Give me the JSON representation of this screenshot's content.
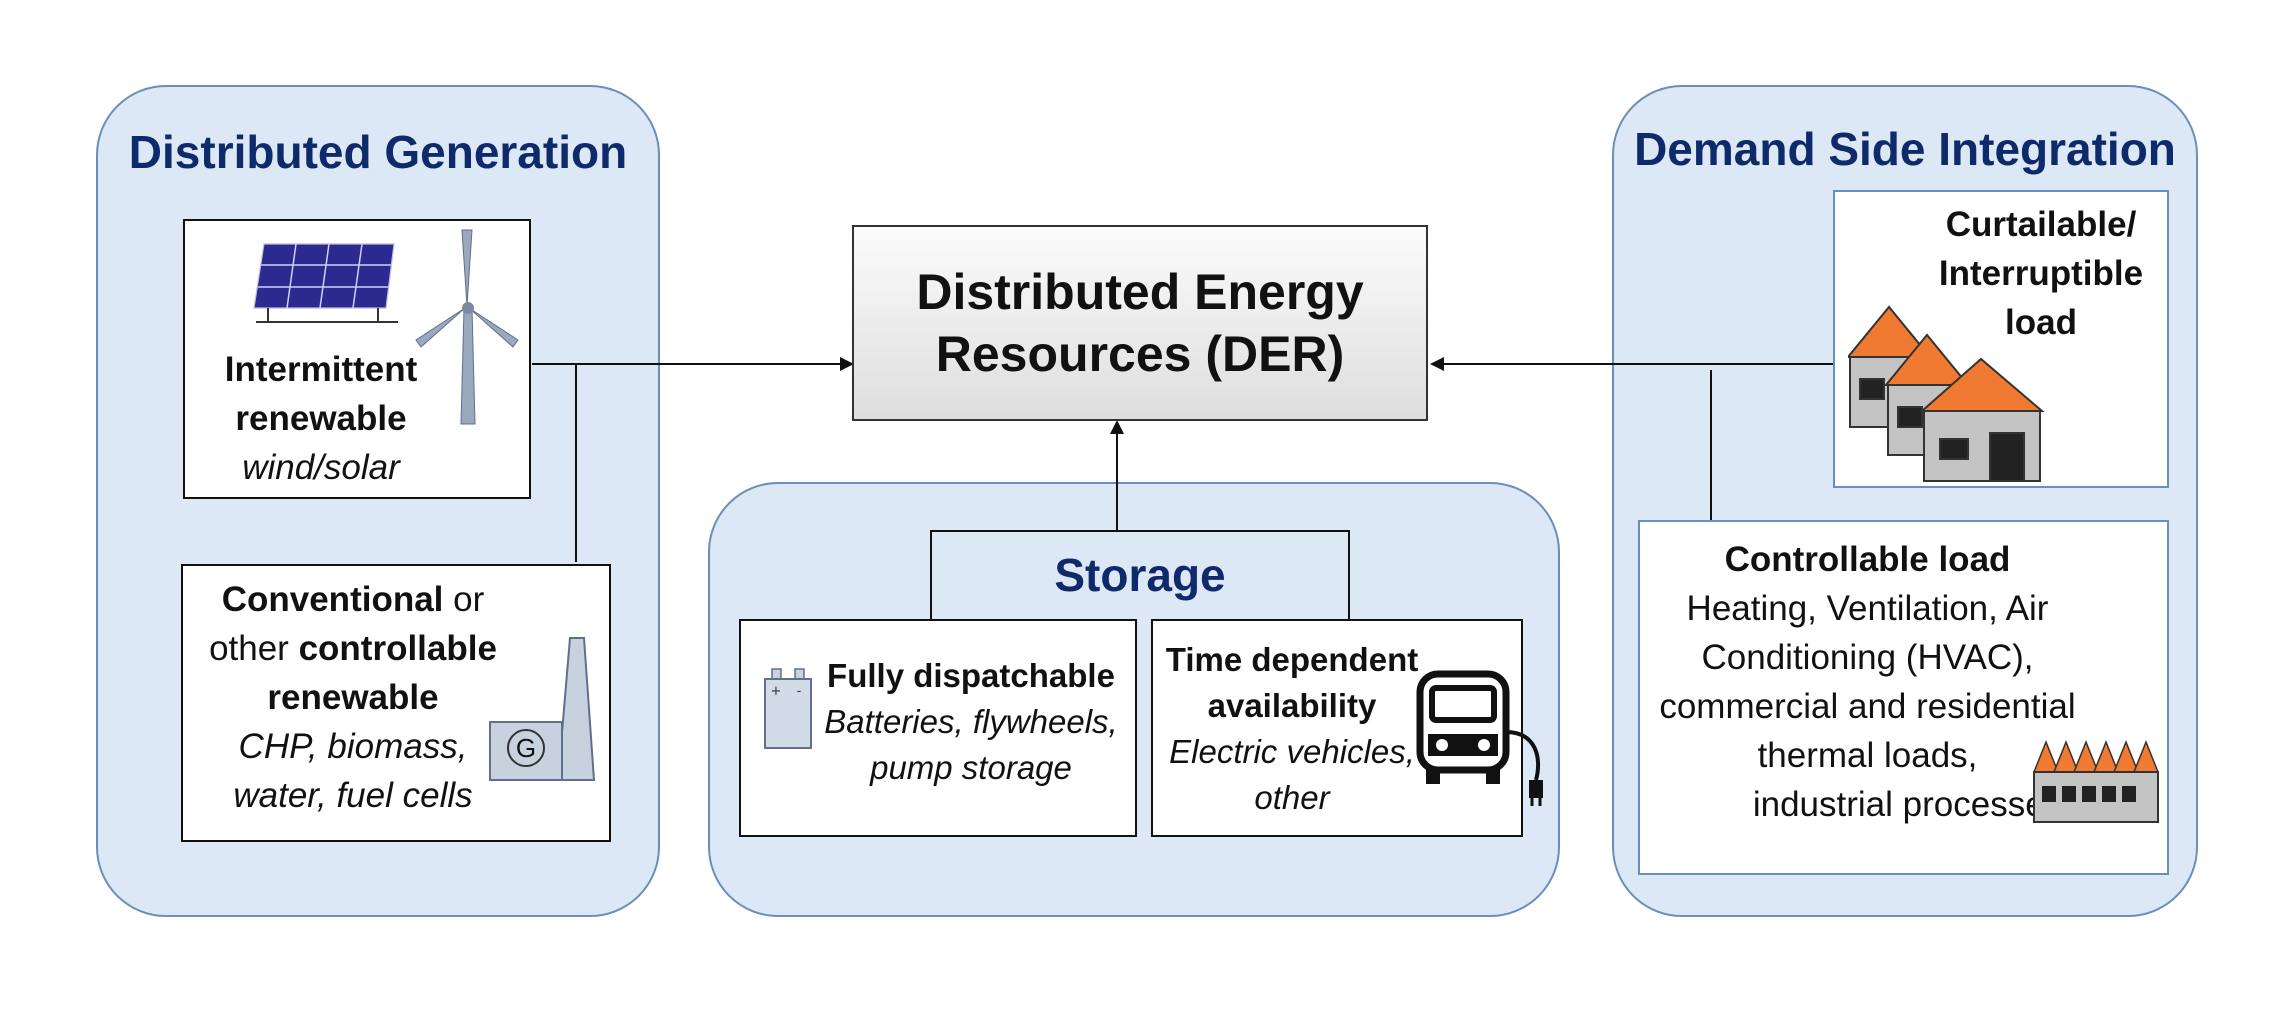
{
  "center": {
    "line1": "Distributed Energy",
    "line2": "Resources (DER)"
  },
  "distributed_generation": {
    "title": "Distributed Generation",
    "intermittent": {
      "line1": "Intermittent",
      "line2": "renewable",
      "examples": "wind/solar"
    },
    "conventional": {
      "word_conventional": "Conventional",
      "word_or": " or",
      "word_other": "other ",
      "word_controllable": "controllable",
      "word_renewable": "renewable",
      "examples_line1": "CHP, biomass,",
      "examples_line2": "water, fuel cells",
      "generator_symbol": "G"
    }
  },
  "storage": {
    "title": "Storage",
    "fully_dispatchable": {
      "title": "Fully dispatchable",
      "examples_line1": "Batteries, flywheels,",
      "examples_line2": "pump storage"
    },
    "time_dependent": {
      "title_line1": "Time dependent",
      "title_line2": "availability",
      "examples_line1": "Electric vehicles,",
      "examples_line2": "other"
    }
  },
  "demand_side_integration": {
    "title": "Demand Side Integration",
    "curtailable": {
      "line1": "Curtailable/",
      "line2": "Interruptible",
      "line3": "load"
    },
    "controllable": {
      "title": "Controllable load",
      "line1": "Heating, Ventilation, Air",
      "line2": "Conditioning (HVAC),",
      "line3": "commercial and residential",
      "line4": "thermal loads,",
      "line5": "industrial processes"
    }
  },
  "colors": {
    "group_fill": "#dce8f5",
    "group_border": "#6a8fb8",
    "title_color": "#0f2a6b",
    "roof_orange": "#f07a32",
    "solar_blue": "#2b2a8e"
  },
  "icons": [
    "solar-panel-icon",
    "wind-turbine-icon",
    "power-plant-icon",
    "battery-icon",
    "electric-vehicle-icon",
    "house-icon",
    "factory-icon"
  ]
}
